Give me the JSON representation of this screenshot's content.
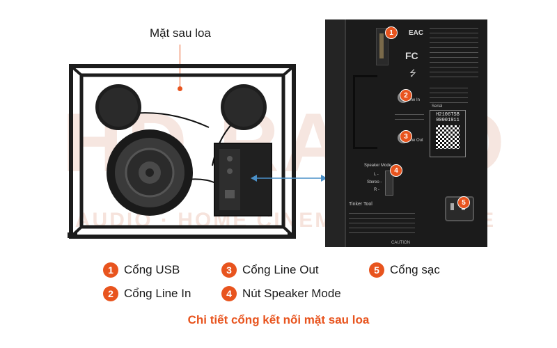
{
  "callout_label": "Mặt sau loa",
  "panel": {
    "line_in": "Line In",
    "line_out": "Line Out",
    "speaker_mode": "Speaker Mode",
    "mode_l": "L -",
    "mode_stereo": "Stereo -",
    "mode_r": "R -",
    "serial_label": "Serial",
    "serial_1": "H2106TSB",
    "serial_2": "00001911",
    "tinker_tool": "Tinker Tool",
    "caution": "CAUTION",
    "fcc": "FC",
    "eac": "EAC"
  },
  "watermark": {
    "brand": "HD RADIO",
    "tagline": "AUDIO · HOME CINEMA · KARAOKE"
  },
  "legend": [
    {
      "num": "1",
      "label": "Cổng USB"
    },
    {
      "num": "2",
      "label": "Cổng Line In"
    },
    {
      "num": "3",
      "label": "Cổng Line Out"
    },
    {
      "num": "4",
      "label": "Nút Speaker Mode"
    },
    {
      "num": "5",
      "label": "Cổng sạc"
    }
  ],
  "caption": "Chi tiết cổng kết nối mặt sau loa",
  "colors": {
    "accent": "#e8541e",
    "arrow": "#4a90c8"
  }
}
